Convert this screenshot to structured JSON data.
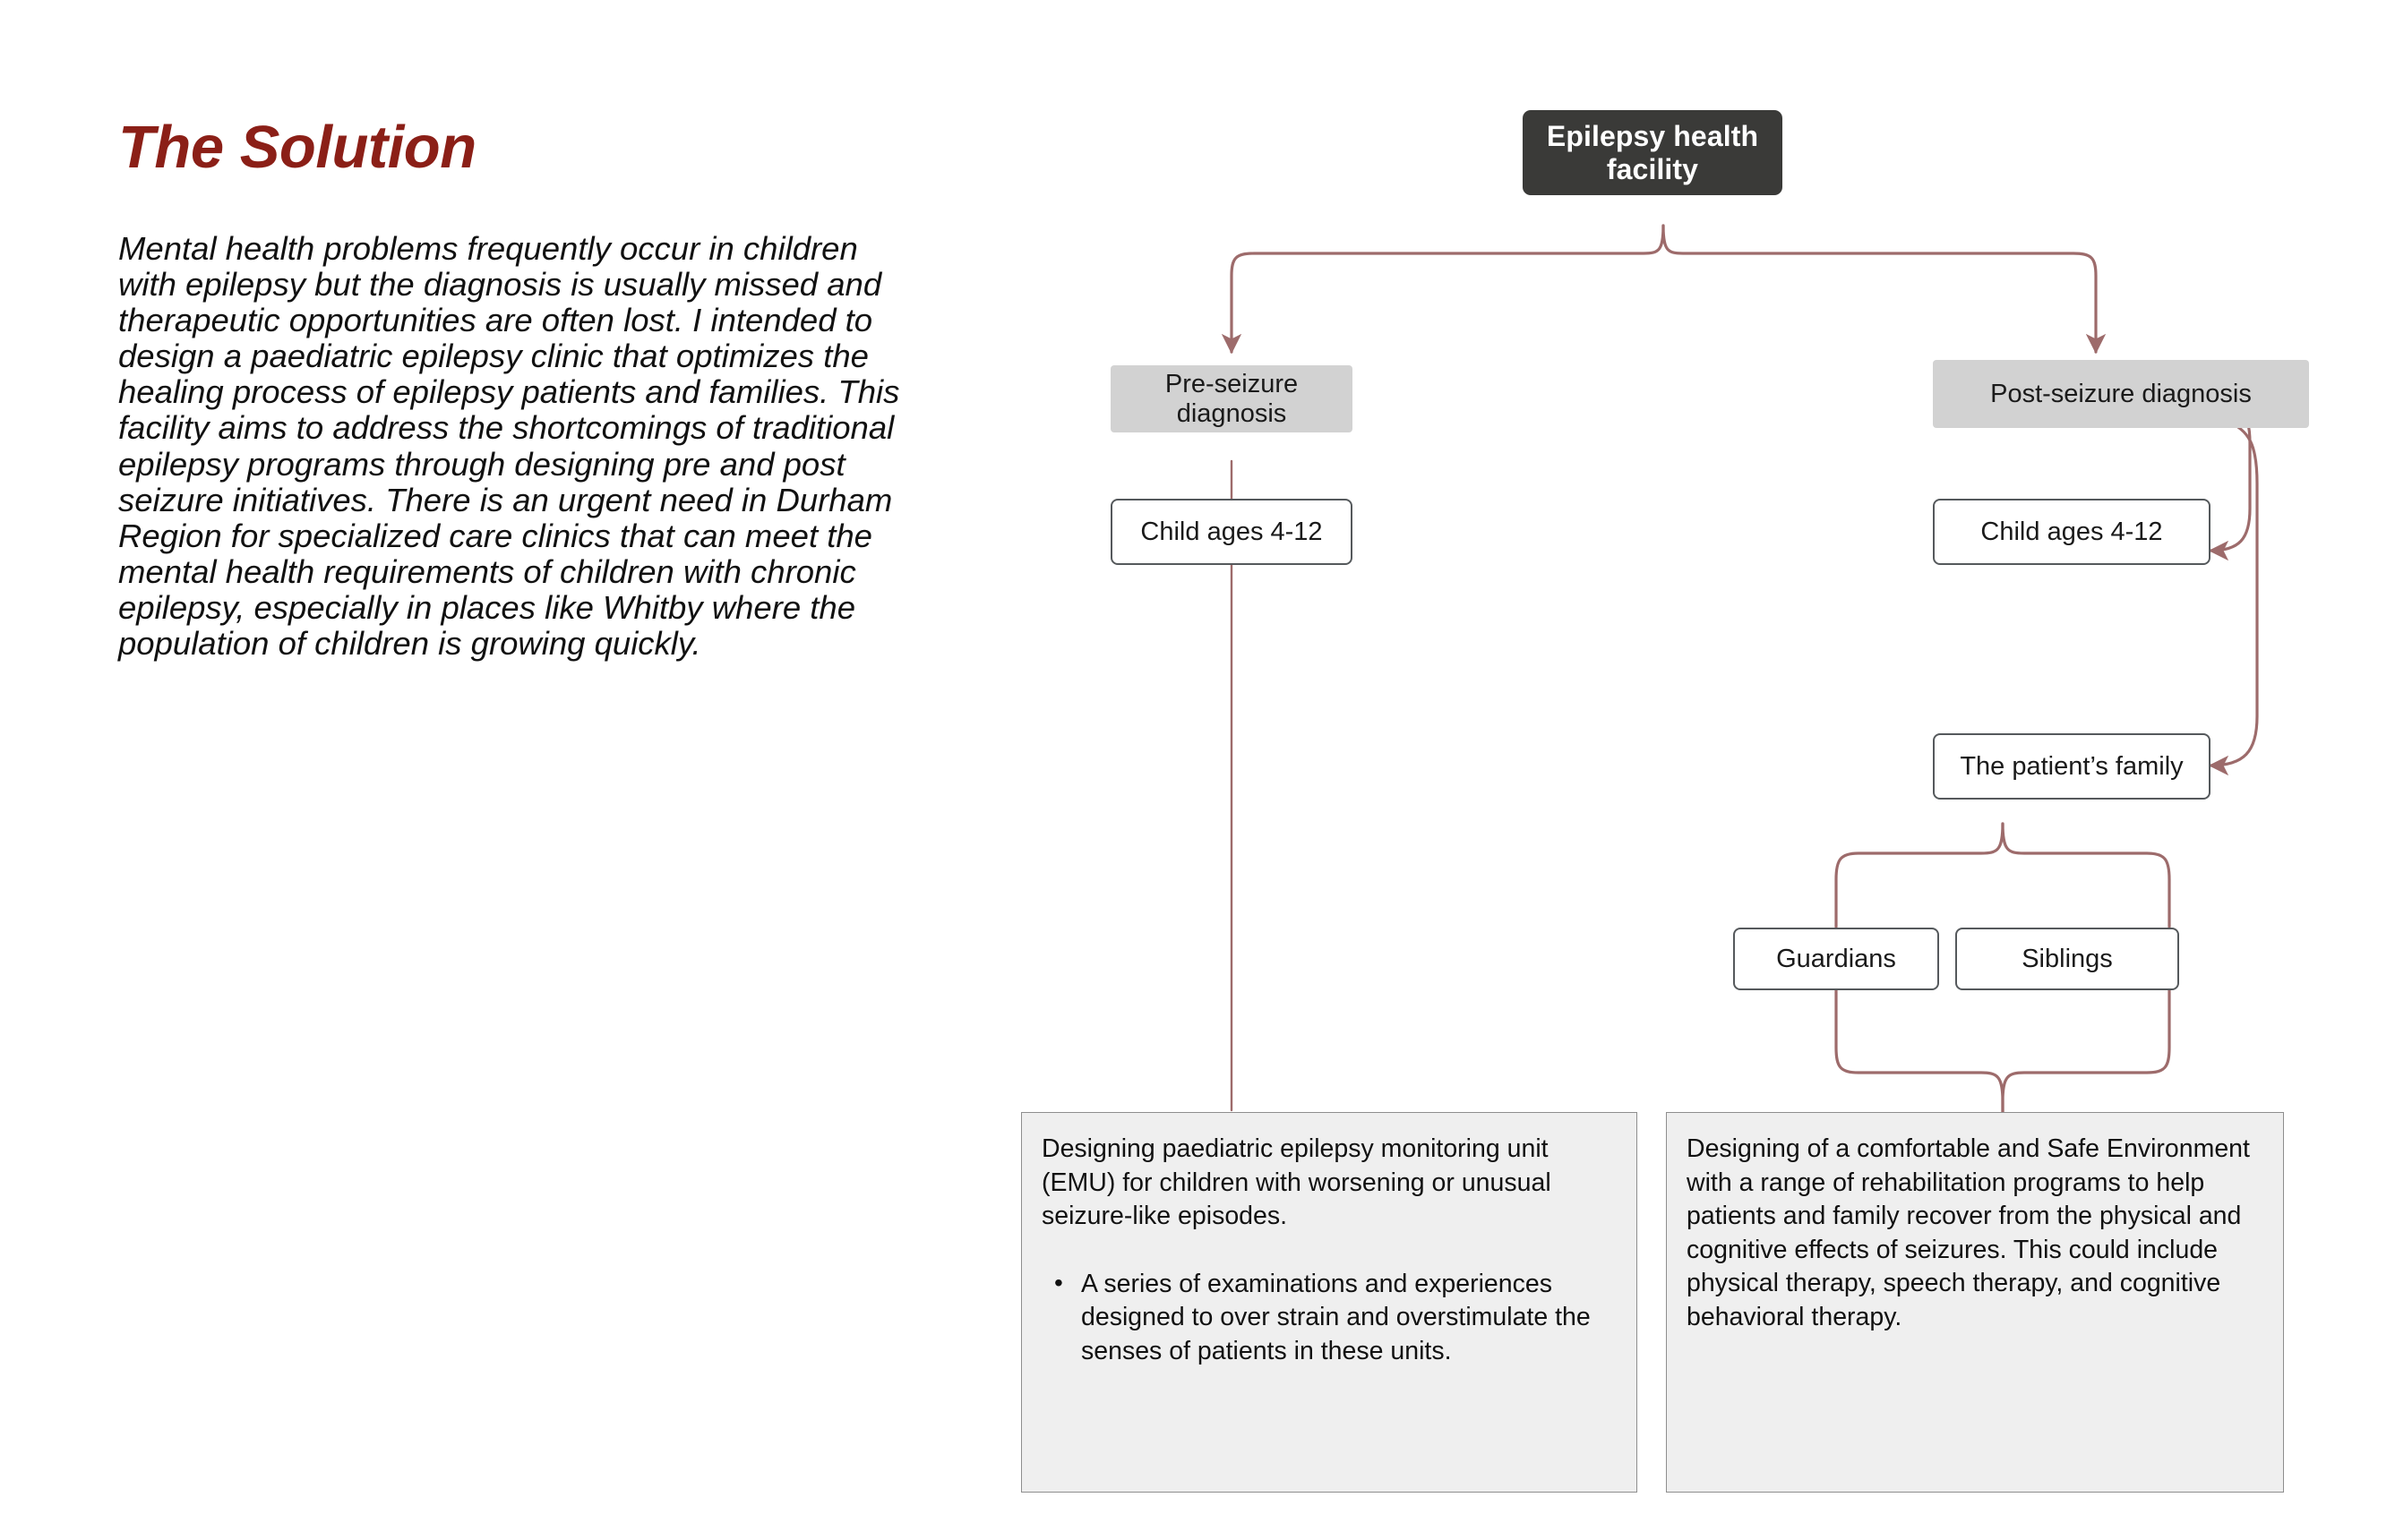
{
  "page": {
    "title": "The Solution",
    "body_paragraph": "Mental health problems frequently occur in children with epilepsy but the diagnosis is usually missed and therapeutic opportunities are often lost. I intended to design a paediatric epilepsy clinic that optimizes the healing process of epilepsy patients and families. This facility aims to address the shortcomings of traditional epilepsy programs through designing pre and post seizure initiatives. There is an urgent need in Durham Region for specialized care clinics that can meet the mental health requirements of children with chronic epilepsy, especially in places like Whitby where the population of children is growing quickly."
  },
  "colors": {
    "title": "#8b1f17",
    "root_node_bg": "#3a3a38",
    "level2_node_bg": "#d2d2d2",
    "connector": "#9d6b6b",
    "textbox_bg": "#efefef",
    "node_border": "#55595c"
  },
  "diagram": {
    "root": {
      "label": "Epilepsy health facility"
    },
    "branches": [
      {
        "key": "pre",
        "label": "Pre-seizure diagnosis",
        "children": [
          {
            "key": "pre_child_ages",
            "label": "Child ages 4-12"
          }
        ]
      },
      {
        "key": "post",
        "label": "Post-seizure diagnosis",
        "children": [
          {
            "key": "post_child_ages",
            "label": "Child ages 4-12"
          },
          {
            "key": "post_family",
            "label": "The patient’s family"
          }
        ]
      }
    ],
    "family_members": [
      {
        "key": "guardians",
        "label": "Guardians"
      },
      {
        "key": "siblings",
        "label": "Siblings"
      }
    ],
    "outcomes": [
      {
        "key": "pre_outcome",
        "paragraph": "Designing paediatric epilepsy monitoring unit (EMU) for children with worsening or unusual seizure-like episodes.",
        "bullets": [
          "A series of examinations and experiences designed to over strain and overstimulate the senses of patients in these units."
        ]
      },
      {
        "key": "post_outcome",
        "paragraph": "Designing of a comfortable and Safe Environment with a range of rehabilitation programs to help patients and family recover from the physical and cognitive effects of seizures. This could include physical therapy, speech therapy, and cognitive behavioral therapy.",
        "bullets": []
      }
    ]
  }
}
